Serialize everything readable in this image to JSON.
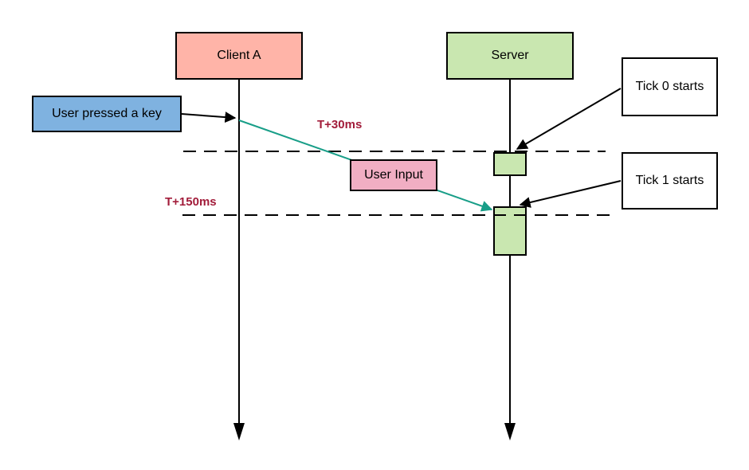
{
  "diagram": {
    "actors": [
      {
        "label": "Client A",
        "fill": "#ffb4a8"
      },
      {
        "label": "Server",
        "fill": "#c9e7b0"
      }
    ],
    "notes": {
      "keypress": {
        "label": "User pressed a key",
        "fill": "#7fb2e0"
      },
      "user_input": {
        "label": "User Input",
        "fill": "#f1aec3"
      },
      "tick0": {
        "label": "Tick 0 starts",
        "fill": "#ffffff"
      },
      "tick1": {
        "label": "Tick 1 starts",
        "fill": "#ffffff"
      }
    },
    "time_labels": {
      "t30": {
        "label": "T+30ms"
      },
      "t150": {
        "label": "T+150ms"
      }
    },
    "colors": {
      "timeline": "#000000",
      "message_arrow": "#189e88",
      "activation_fill": "#c9e7b0",
      "time_label_text": "#a21c3a",
      "background": "#ffffff"
    }
  }
}
